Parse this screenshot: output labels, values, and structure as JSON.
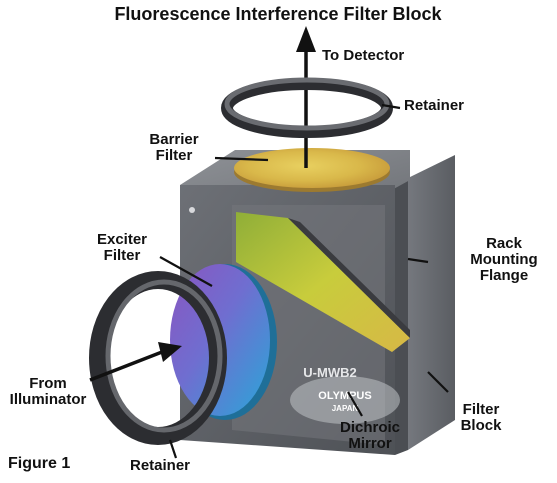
{
  "title": "Fluorescence Interference Filter Block",
  "labels": {
    "to_detector": "To Detector",
    "retainer_top": "Retainer",
    "barrier_filter": [
      "Barrier",
      "Filter"
    ],
    "exciter_filter": [
      "Exciter",
      "Filter"
    ],
    "rack_mounting_flange": [
      "Rack",
      "Mounting",
      "Flange"
    ],
    "from_illuminator": [
      "From",
      "Illuminator"
    ],
    "filter_block": [
      "Filter",
      "Block"
    ],
    "dichroic_mirror": [
      "Dichroic",
      "Mirror"
    ],
    "retainer_bottom": "Retainer",
    "figure": "Figure 1"
  },
  "block_marking": {
    "model": "U-MWB2",
    "brand": "OLYMPUS",
    "origin": "JAPAN"
  },
  "colors": {
    "block_body": "#5e6166",
    "block_top": "#7b7e83",
    "barrier_filter": "#d8b84a",
    "dichroic_mirror": "#b9c23a",
    "exciter_filter": "#6a70c8",
    "ring": "#3a3b3f"
  }
}
